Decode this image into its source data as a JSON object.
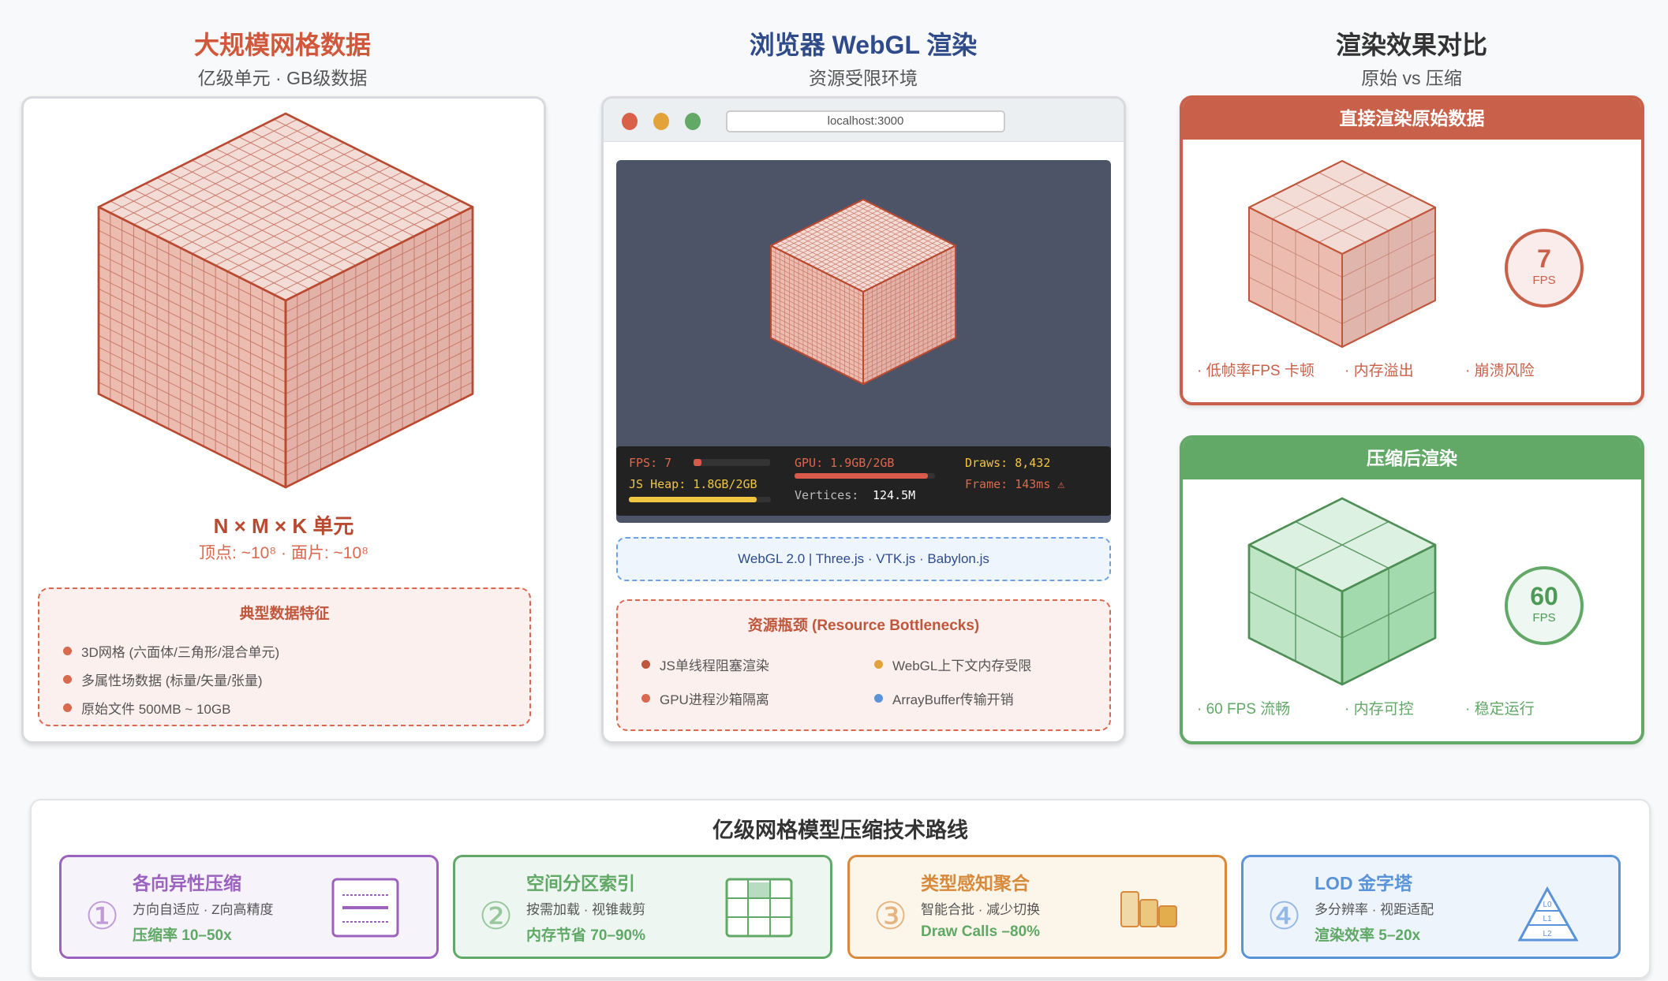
{
  "columns": [
    {
      "title": "大规模网格数据",
      "subtitle": "亿级单元 · GB级数据"
    },
    {
      "title": "浏览器 WebGL 渲染",
      "subtitle": "资源受限环境"
    },
    {
      "title": "渲染效果对比",
      "subtitle": "原始 vs 压缩"
    }
  ],
  "left": {
    "cells": "N × M × K 单元",
    "counts": "顶点: ~10⁸ · 面片: ~10⁸",
    "features_title": "典型数据特征",
    "features": [
      "3D网格 (六面体/三角形/混合单元)",
      "多属性场数据 (标量/矢量/张量)",
      "原始文件 500MB ~ 10GB"
    ]
  },
  "browser": {
    "url": "localhost:3000",
    "stats": {
      "fps": "FPS: 7",
      "fps_fill": 0.05,
      "heap": "JS Heap: 1.8GB/2GB",
      "heap_fill": 0.9,
      "gpu": "GPU: 1.9GB/2GB",
      "gpu_fill": 0.95,
      "vertices_label": "Vertices:",
      "vertices": "124.5M",
      "draws": "Draws: 8,432",
      "frame": "Frame: 143ms ⚠"
    },
    "libs": "WebGL 2.0 | Three.js · VTK.js · Babylon.js",
    "bottlenecks_title": "资源瓶颈 (Resource Bottlenecks)",
    "bottlenecks": [
      {
        "text": "JS单线程阻塞渲染",
        "color": "#c0573c"
      },
      {
        "text": "WebGL上下文内存受限",
        "color": "#e3a33a"
      },
      {
        "text": "GPU进程沙箱隔离",
        "color": "#d9694f"
      },
      {
        "text": "ArrayBuffer传输开销",
        "color": "#5b93d9"
      }
    ]
  },
  "compare": {
    "raw": {
      "title": "直接渲染原始数据",
      "fps": "7",
      "fps_unit": "FPS",
      "items": [
        "· 低帧率FPS 卡顿",
        "· 内存溢出",
        "· 崩溃风险"
      ],
      "color": "#c9614a"
    },
    "compressed": {
      "title": "压缩后渲染",
      "fps": "60",
      "fps_unit": "FPS",
      "items": [
        "· 60 FPS 流畅",
        "· 内存可控",
        "· 稳定运行"
      ],
      "color": "#62a867"
    }
  },
  "roadmap": {
    "title": "亿级网格模型压缩技术路线",
    "steps": [
      {
        "num": "①",
        "title": "各向异性压缩",
        "desc": "方向自适应 · Z向高精度",
        "gain": "压缩率 10–50x",
        "color": "#9b63be",
        "bg": "#f6f3fb"
      },
      {
        "num": "②",
        "title": "空间分区索引",
        "desc": "按需加载 · 视锥裁剪",
        "gain": "内存节省 70–90%",
        "color": "#62a867",
        "bg": "#edf6f1"
      },
      {
        "num": "③",
        "title": "类型感知聚合",
        "desc": "智能合批 · 减少切换",
        "gain": "Draw Calls –80%",
        "color": "#d88a3c",
        "bg": "#fcf5e9"
      },
      {
        "num": "④",
        "title": "LOD 金字塔",
        "desc": "多分辨率 · 视距适配",
        "gain": "渲染效率 5–20x",
        "color": "#5b93d9",
        "bg": "#edf4fb"
      }
    ],
    "lod_levels": [
      "L0",
      "L1",
      "L2"
    ]
  }
}
